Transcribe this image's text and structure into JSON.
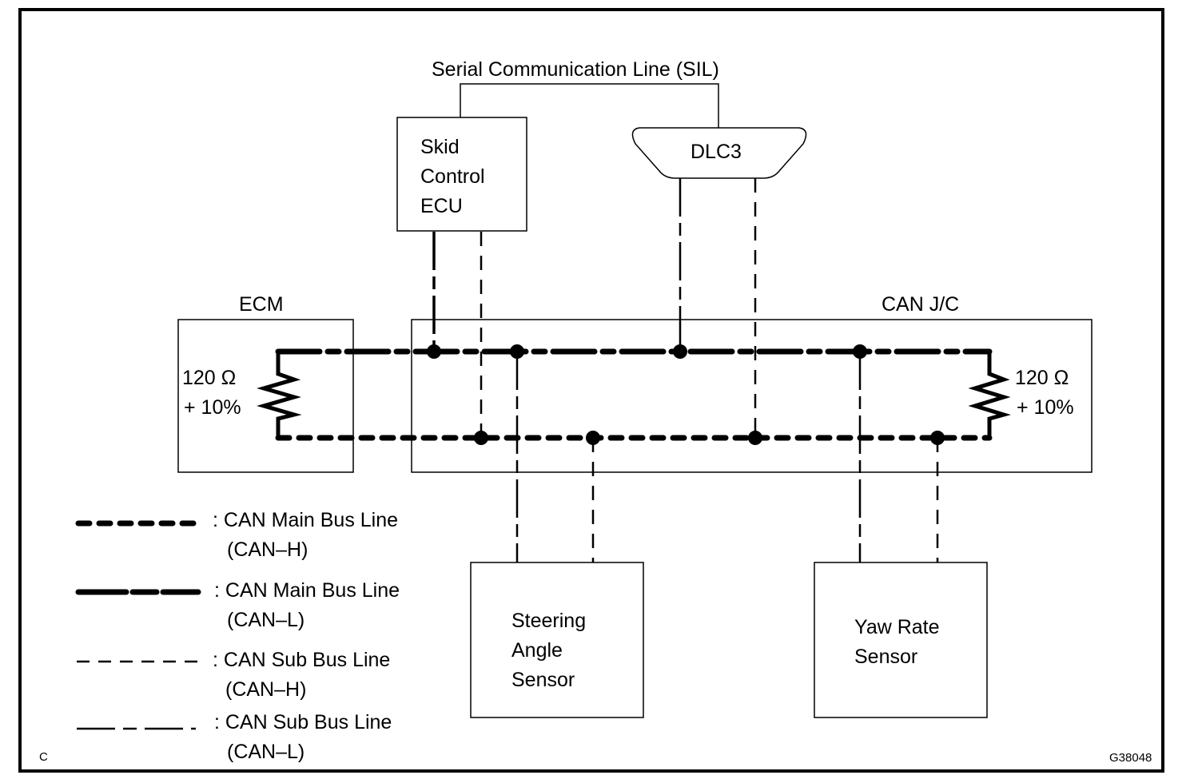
{
  "diagram": {
    "serial_line_label": "Serial Communication Line (SIL)",
    "nodes": {
      "skid_control_ecu": [
        "Skid",
        "Control",
        "ECU"
      ],
      "dlc3": "DLC3",
      "ecm": "ECM",
      "can_jc": "CAN J/C",
      "steering_angle_sensor": [
        "Steering",
        "Angle",
        "Sensor"
      ],
      "yaw_rate_sensor": [
        "Yaw Rate",
        "Sensor"
      ]
    },
    "resistors": [
      {
        "location": "ECM",
        "value": "120 Ω",
        "tolerance": "+ 10%"
      },
      {
        "location": "CAN J/C",
        "value": "120 Ω",
        "tolerance": "+ 10%"
      }
    ],
    "legend": [
      {
        "style": "main-h",
        "line1": ": CAN Main Bus Line",
        "line2": "(CAN–H)"
      },
      {
        "style": "main-l",
        "line1": ": CAN Main Bus Line",
        "line2": "(CAN–L)"
      },
      {
        "style": "sub-h",
        "line1": ": CAN Sub Bus Line",
        "line2": "(CAN–H)"
      },
      {
        "style": "sub-l",
        "line1": ": CAN Sub Bus Line",
        "line2": "(CAN–L)"
      }
    ],
    "corner_code_left": "C",
    "figure_id": "G38048"
  }
}
